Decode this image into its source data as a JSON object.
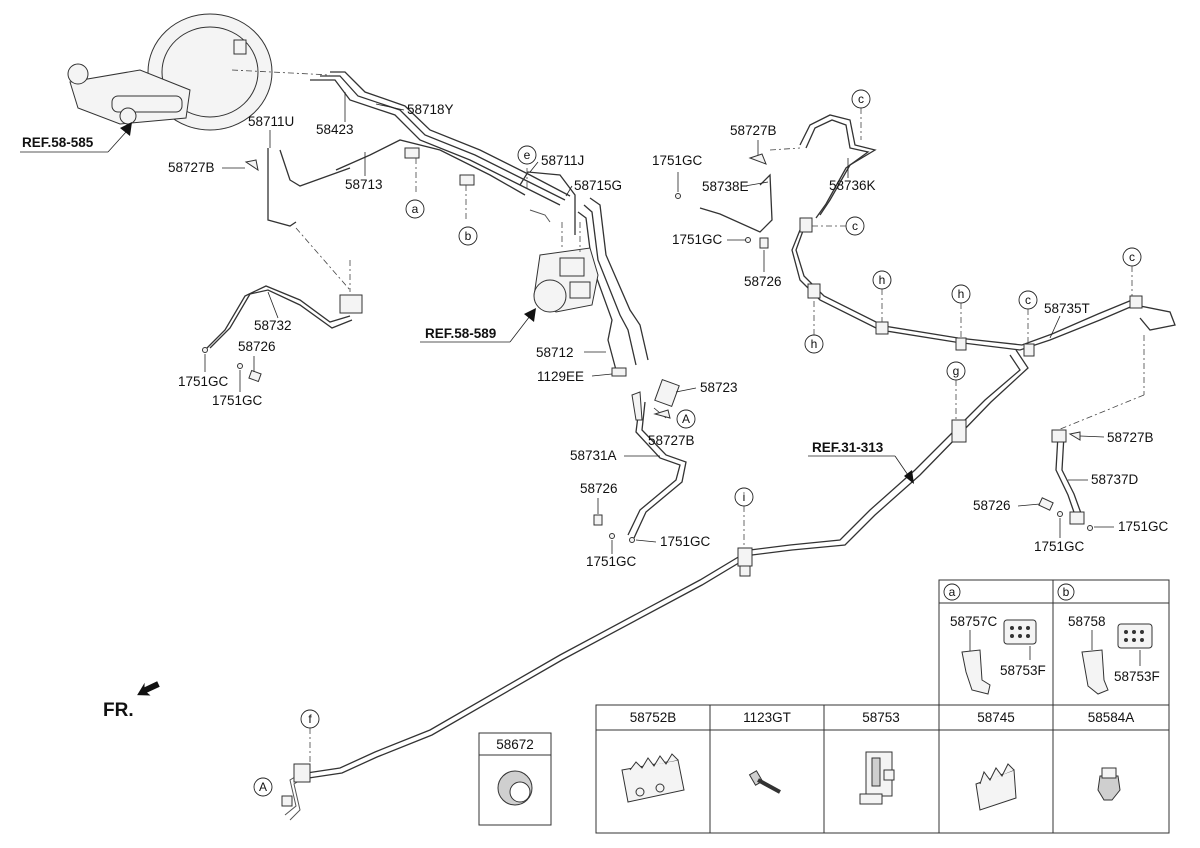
{
  "refs": {
    "ref1": "REF.58-585",
    "ref2": "REF.58-589",
    "ref3": "REF.31-313"
  },
  "front_label": "FR.",
  "part_labels": {
    "p58711U": "58711U",
    "p58423": "58423",
    "p58718Y": "58718Y",
    "p58727B_1": "58727B",
    "p58713": "58713",
    "p58711J": "58711J",
    "p58715G": "58715G",
    "p58732": "58732",
    "p58726_1": "58726",
    "p1751GC_1": "1751GC",
    "p1751GC_2": "1751GC",
    "p58712": "58712",
    "p1129EE": "1129EE",
    "p58723": "58723",
    "p58727B_2": "58727B",
    "p58731A": "58731A",
    "p58726_2": "58726",
    "p1751GC_3": "1751GC",
    "p1751GC_4": "1751GC",
    "p58727B_3": "58727B",
    "p1751GC_5": "1751GC",
    "p58738E": "58738E",
    "p58736K": "58736K",
    "p1751GC_6": "1751GC",
    "p58726_3": "58726",
    "p58735T": "58735T",
    "p58727B_4": "58727B",
    "p58737D": "58737D",
    "p58726_4": "58726",
    "p1751GC_7": "1751GC",
    "p1751GC_8": "1751GC"
  },
  "callouts": {
    "a": "a",
    "b": "b",
    "e": "e",
    "c1": "c",
    "c2": "c",
    "c3": "c",
    "c4": "c",
    "h1": "h",
    "h2": "h",
    "h3": "h",
    "g": "g",
    "i": "i",
    "f": "f",
    "A1": "A",
    "A2": "A"
  },
  "detail_boxes": {
    "a": {
      "tag": "a",
      "parts": [
        "58757C",
        "58753F"
      ]
    },
    "b": {
      "tag": "b",
      "parts": [
        "58758",
        "58753F"
      ]
    }
  },
  "single_part": {
    "code": "58672"
  },
  "parts_table": {
    "headers": [
      "58752B",
      "1123GT",
      "58753",
      "58745",
      "58584A"
    ]
  }
}
